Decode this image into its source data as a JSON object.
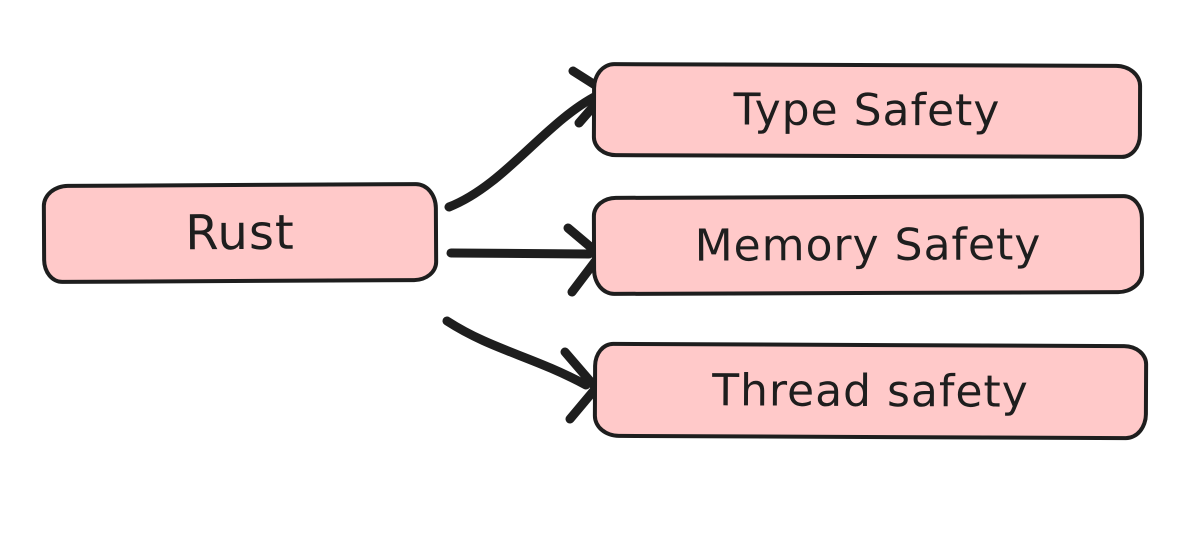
{
  "diagram": {
    "type": "mindmap",
    "root": {
      "label": "Rust"
    },
    "children": [
      {
        "label": "Type Safety"
      },
      {
        "label": "Memory Safety"
      },
      {
        "label": "Thread safety"
      }
    ],
    "edges": [
      {
        "from": "Rust",
        "to": "Type Safety"
      },
      {
        "from": "Rust",
        "to": "Memory Safety"
      },
      {
        "from": "Rust",
        "to": "Thread safety"
      }
    ],
    "colors": {
      "node_fill": "#ffc9c9",
      "node_stroke": "#1e1e1e",
      "edge_stroke": "#1e1e1e",
      "background": "#ffffff"
    }
  }
}
